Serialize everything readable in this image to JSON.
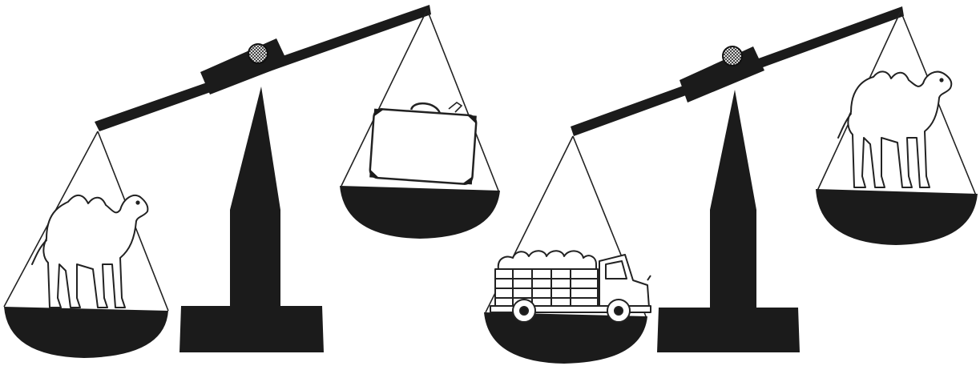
{
  "palette": {
    "ink": "#1b1b1b",
    "paper": "#ffffff",
    "line": "#2a2a2a",
    "pivot_fill": "#d9d9d9"
  },
  "illustration": {
    "scales": [
      {
        "id": "left-scale",
        "left_pan_item": "camel-icon",
        "right_pan_item": "suitcase-icon",
        "heavier_side": "left"
      },
      {
        "id": "right-scale",
        "left_pan_item": "truck-icon",
        "right_pan_item": "camel-icon",
        "heavier_side": "left"
      }
    ]
  }
}
